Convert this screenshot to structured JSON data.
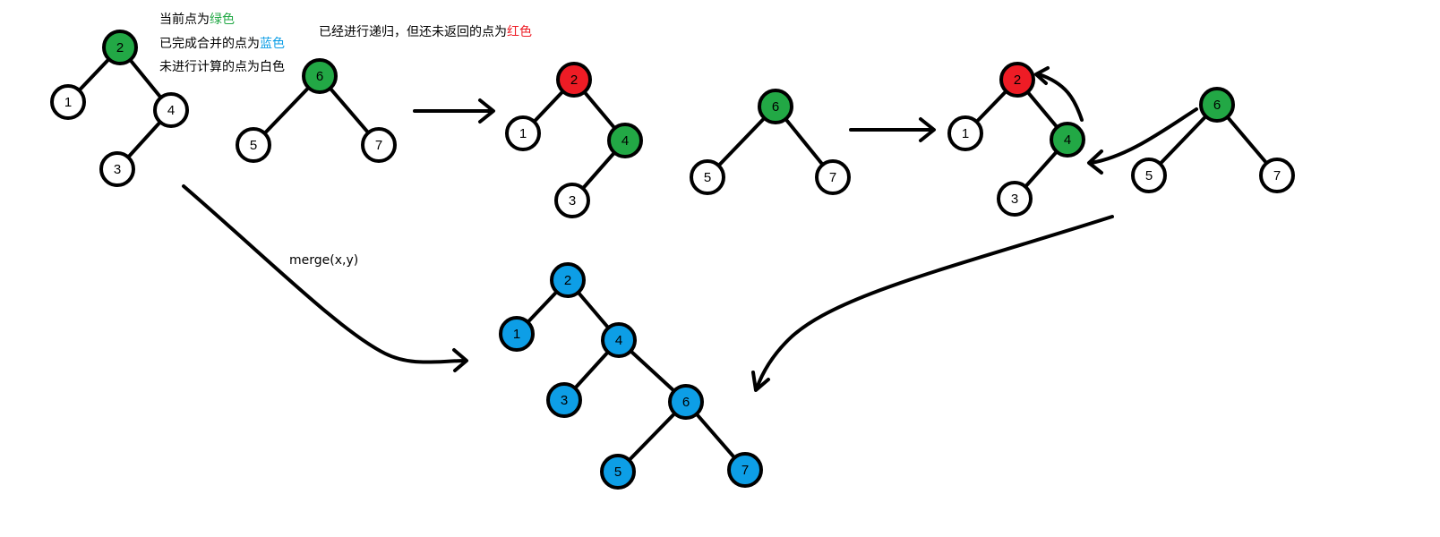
{
  "legend": {
    "line1_prefix": "当前点为",
    "line1_highlight": "绿色",
    "line2_prefix": "已完成合并的点为",
    "line2_highlight": "蓝色",
    "line3": "未进行计算的点为白色",
    "line4_prefix": "已经进行递归，但还未返回的点为",
    "line4_highlight": "红色"
  },
  "annotation": {
    "merge_label": "merge(x,y)"
  },
  "colors": {
    "green": "#22a845",
    "blue": "#0d9ee6",
    "red": "#ee1c25",
    "white": "#ffffff",
    "stroke": "#000000"
  },
  "trees": [
    {
      "id": "tree-x-initial",
      "nodes": [
        {
          "label": "2",
          "color": "green"
        },
        {
          "label": "1",
          "color": "white"
        },
        {
          "label": "4",
          "color": "white"
        },
        {
          "label": "3",
          "color": "white"
        }
      ]
    },
    {
      "id": "tree-y-initial",
      "nodes": [
        {
          "label": "6",
          "color": "green"
        },
        {
          "label": "5",
          "color": "white"
        },
        {
          "label": "7",
          "color": "white"
        }
      ]
    },
    {
      "id": "tree-x-step2",
      "nodes": [
        {
          "label": "2",
          "color": "red"
        },
        {
          "label": "1",
          "color": "white"
        },
        {
          "label": "4",
          "color": "green"
        },
        {
          "label": "3",
          "color": "white"
        }
      ]
    },
    {
      "id": "tree-y-step2",
      "nodes": [
        {
          "label": "6",
          "color": "green"
        },
        {
          "label": "5",
          "color": "white"
        },
        {
          "label": "7",
          "color": "white"
        }
      ]
    },
    {
      "id": "tree-x-step3",
      "nodes": [
        {
          "label": "2",
          "color": "red"
        },
        {
          "label": "1",
          "color": "white"
        },
        {
          "label": "4",
          "color": "green"
        },
        {
          "label": "3",
          "color": "white"
        }
      ]
    },
    {
      "id": "tree-y-step3",
      "nodes": [
        {
          "label": "6",
          "color": "green"
        },
        {
          "label": "5",
          "color": "white"
        },
        {
          "label": "7",
          "color": "white"
        }
      ]
    },
    {
      "id": "tree-merged",
      "nodes": [
        {
          "label": "2",
          "color": "blue"
        },
        {
          "label": "1",
          "color": "blue"
        },
        {
          "label": "4",
          "color": "blue"
        },
        {
          "label": "3",
          "color": "blue"
        },
        {
          "label": "6",
          "color": "blue"
        },
        {
          "label": "5",
          "color": "blue"
        },
        {
          "label": "7",
          "color": "blue"
        }
      ]
    }
  ]
}
